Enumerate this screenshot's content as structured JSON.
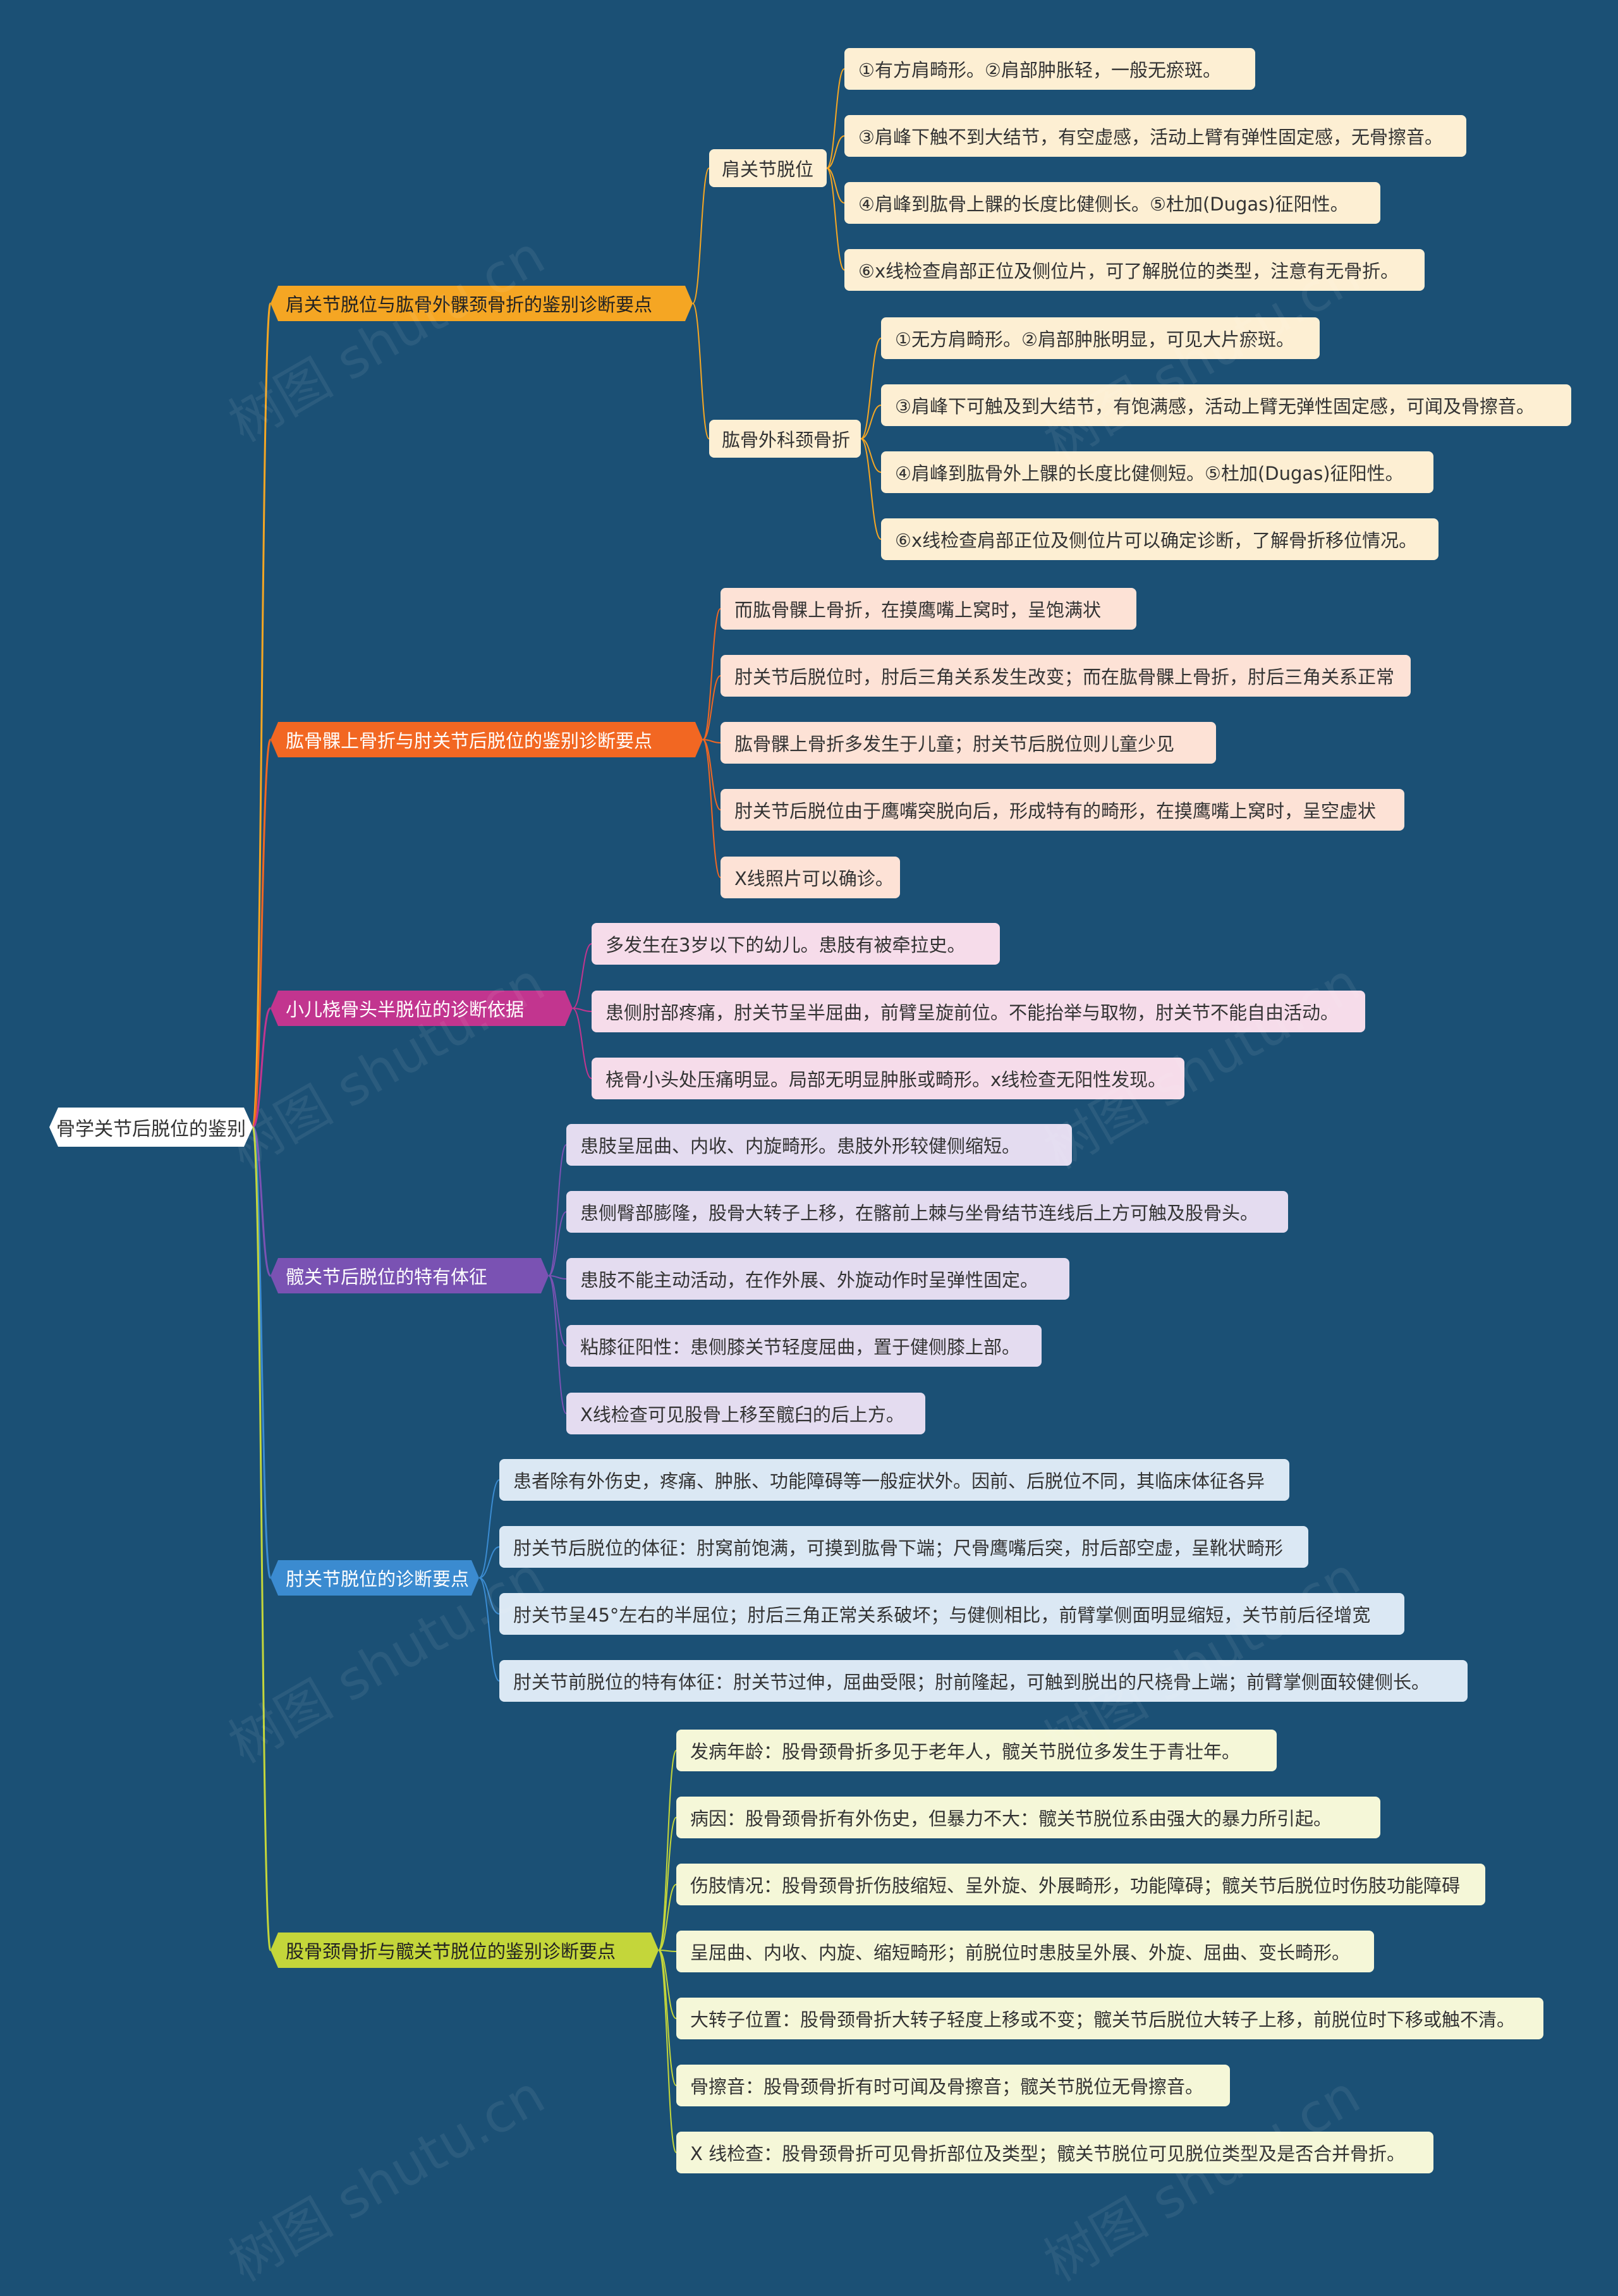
{
  "root": {
    "label": "骨学关节后脱位的鉴别"
  },
  "watermark": "树图 shutu.cn",
  "branches": [
    {
      "label": "肩关节脱位与肱骨外髁颈骨折的鉴别诊断要点",
      "color": "#f5a623",
      "leaf_color": "#fdefd3",
      "subs": [
        {
          "label": "肩关节脱位",
          "leaves": [
            "①有方肩畸形。②肩部肿胀轻，一般无瘀斑。",
            "③肩峰下触不到大结节，有空虚感，活动上臂有弹性固定感，无骨擦音。",
            "④肩峰到肱骨上髁的长度比健侧长。⑤杜加(Dugas)征阳性。",
            "⑥x线检查肩部正位及侧位片，可了解脱位的类型，注意有无骨折。"
          ]
        },
        {
          "label": "肱骨外科颈骨折",
          "leaves": [
            "①无方肩畸形。②肩部肿胀明显，可见大片瘀斑。",
            "③肩峰下可触及到大结节，有饱满感，活动上臂无弹性固定感，可闻及骨擦音。",
            "④肩峰到肱骨外上髁的长度比健侧短。⑤杜加(Dugas)征阳性。",
            "⑥x线检查肩部正位及侧位片可以确定诊断，了解骨折移位情况。"
          ]
        }
      ]
    },
    {
      "label": "肱骨髁上骨折与肘关节后脱位的鉴别诊断要点",
      "color": "#f26722",
      "leaf_color": "#fde2d6",
      "leaves": [
        "而肱骨髁上骨折，在摸鹰嘴上窝时，呈饱满状",
        "肘关节后脱位时，肘后三角关系发生改变；而在肱骨髁上骨折，肘后三角关系正常",
        "肱骨髁上骨折多发生于儿童；肘关节后脱位则儿童少见",
        "肘关节后脱位由于鹰嘴突脱向后，形成特有的畸形，在摸鹰嘴上窝时，呈空虚状",
        "X线照片可以确诊。"
      ]
    },
    {
      "label": "小儿桡骨头半脱位的诊断依据",
      "color": "#c2358f",
      "leaf_color": "#f6dcea",
      "leaves": [
        "多发生在3岁以下的幼儿。患肢有被牵拉史。",
        "患侧肘部疼痛，肘关节呈半屈曲，前臂呈旋前位。不能抬举与取物，肘关节不能自由活动。",
        "桡骨小头处压痛明显。局部无明显肿胀或畸形。x线检查无阳性发现。"
      ]
    },
    {
      "label": "髋关节后脱位的特有体征",
      "color": "#7a52b3",
      "leaf_color": "#e4dcf0",
      "leaves": [
        "患肢呈屈曲、内收、内旋畸形。患肢外形较健侧缩短。",
        "患侧臀部膨隆，股骨大转子上移，在髂前上棘与坐骨结节连线后上方可触及股骨头。",
        "患肢不能主动活动，在作外展、外旋动作时呈弹性固定。",
        "粘膝征阳性：患侧膝关节轻度屈曲，置于健侧膝上部。",
        "X线检查可见股骨上移至髋臼的后上方。"
      ]
    },
    {
      "label": "肘关节脱位的诊断要点",
      "color": "#3b8bd0",
      "leaf_color": "#dbe8f4",
      "leaves": [
        "患者除有外伤史，疼痛、肿胀、功能障碍等一般症状外。因前、后脱位不同，其临床体征各异",
        "肘关节后脱位的体征：肘窝前饱满，可摸到肱骨下端；尺骨鹰嘴后突，肘后部空虚，呈靴状畸形",
        "肘关节呈45°左右的半屈位；肘后三角正常关系破坏；与健侧相比，前臂掌侧面明显缩短，关节前后径增宽",
        "肘关节前脱位的特有体征：肘关节过伸，屈曲受限；肘前隆起，可触到脱出的尺桡骨上端；前臂掌侧面较健侧长。"
      ]
    },
    {
      "label": "股骨颈骨折与髋关节脱位的鉴别诊断要点",
      "color": "#c4d63a",
      "leaf_color": "#f5f7d8",
      "leaves": [
        "发病年龄：股骨颈骨折多见于老年人，髋关节脱位多发生于青壮年。",
        "病因：股骨颈骨折有外伤史，但暴力不大：髋关节脱位系由强大的暴力所引起。",
        "伤肢情况：股骨颈骨折伤肢缩短、呈外旋、外展畸形，功能障碍；髋关节后脱位时伤肢功能障碍",
        "呈屈曲、内收、内旋、缩短畸形；前脱位时患肢呈外展、外旋、屈曲、变长畸形。",
        "大转子位置：股骨颈骨折大转子轻度上移或不变；髋关节后脱位大转子上移，前脱位时下移或触不清。",
        "骨擦音：股骨颈骨折有时可闻及骨擦音；髋关节脱位无骨擦音。",
        "X 线检查：股骨颈骨折可见骨折部位及类型；髋关节脱位可见脱位类型及是否合并骨折。"
      ]
    }
  ]
}
